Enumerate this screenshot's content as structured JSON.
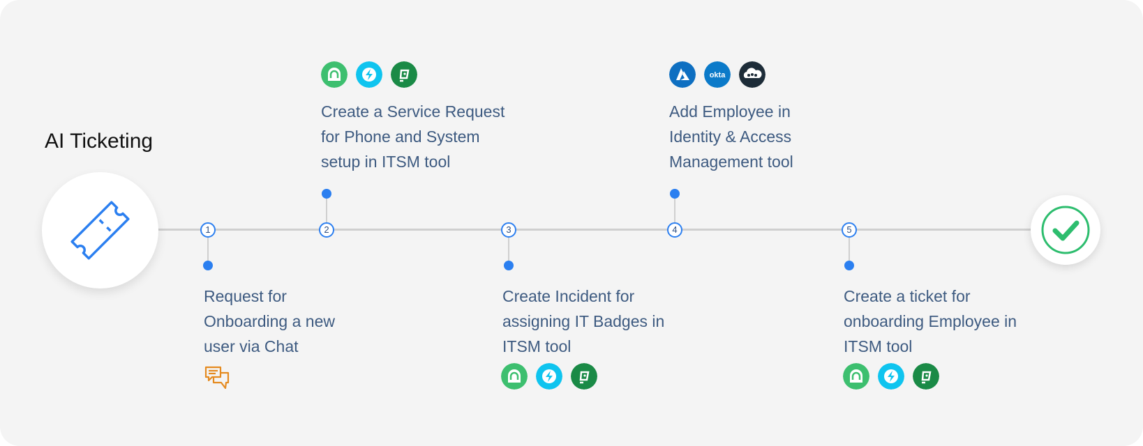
{
  "title": "AI Ticketing",
  "colors": {
    "accent": "#2b7ff0",
    "text": "#3d5a80",
    "line": "#cfcfcf",
    "success": "#2dbd6e",
    "chat": "#e58a1f"
  },
  "steps": [
    {
      "number": "1",
      "lines": [
        "Request for",
        "Onboarding a new",
        "user via Chat"
      ],
      "icons": [
        "chat-icon"
      ]
    },
    {
      "number": "2",
      "lines": [
        "Create a Service Request",
        "for Phone and System",
        "setup in ITSM tool"
      ],
      "icons": [
        "freshservice-icon",
        "freshdesk-icon",
        "servicenow-icon"
      ]
    },
    {
      "number": "3",
      "lines": [
        "Create Incident for",
        "assigning IT Badges in",
        "ITSM tool"
      ],
      "icons": [
        "freshservice-icon",
        "freshdesk-icon",
        "servicenow-icon"
      ]
    },
    {
      "number": "4",
      "lines": [
        "Add Employee in",
        "Identity & Access",
        "Management tool"
      ],
      "icons": [
        "azure-icon",
        "okta-icon",
        "onelogin-icon"
      ]
    },
    {
      "number": "5",
      "lines": [
        "Create a ticket for",
        "onboarding Employee in",
        "ITSM tool"
      ],
      "icons": [
        "freshservice-icon",
        "freshdesk-icon",
        "servicenow-icon"
      ]
    }
  ],
  "brand_labels": {
    "okta": "okta"
  }
}
